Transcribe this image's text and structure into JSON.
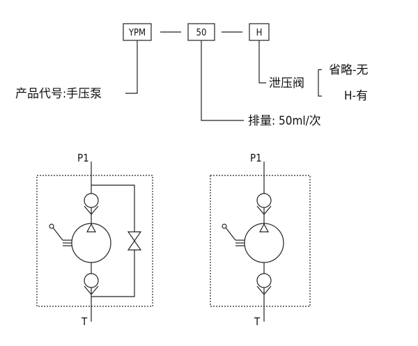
{
  "model_code": {
    "prefix": "YPM",
    "displacement": "50",
    "valve_option": "H",
    "separator": "-"
  },
  "legend": {
    "product_code_label": "产品代号:手压泵",
    "displacement_label": "排量: 50ml/次",
    "relief_valve_label": "泄压阀",
    "option_omit": "省略-无",
    "option_h": "H-有"
  },
  "schematics": [
    {
      "variant": "with-relief-valve",
      "port_top": "P1",
      "port_bottom": "T"
    },
    {
      "variant": "without-relief-valve",
      "port_top": "P1",
      "port_bottom": "T"
    }
  ],
  "colors": {
    "line": "#222222",
    "background": "#ffffff"
  }
}
